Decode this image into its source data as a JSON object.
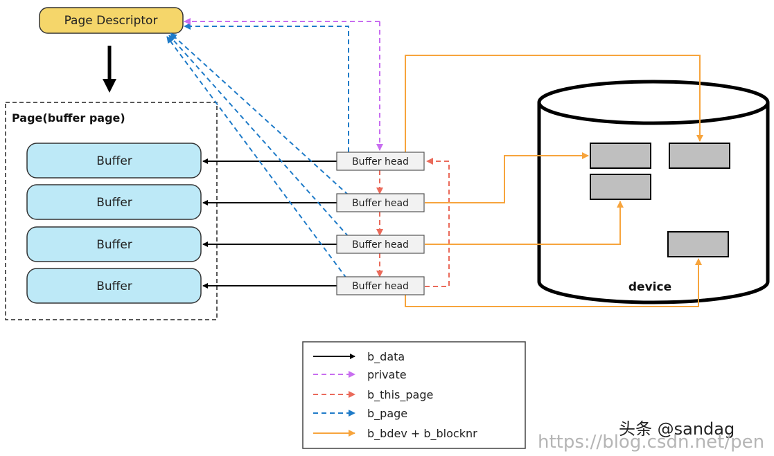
{
  "page_descriptor": {
    "label": "Page Descriptor"
  },
  "page_box": {
    "label": "Page(buffer page)"
  },
  "buffers": [
    {
      "label": "Buffer"
    },
    {
      "label": "Buffer"
    },
    {
      "label": "Buffer"
    },
    {
      "label": "Buffer"
    }
  ],
  "buffer_heads": [
    {
      "label": "Buffer head"
    },
    {
      "label": "Buffer head"
    },
    {
      "label": "Buffer head"
    },
    {
      "label": "Buffer head"
    }
  ],
  "device": {
    "label": "device"
  },
  "legend": {
    "items": [
      {
        "label": "b_data",
        "color": "#000000",
        "dashed": false
      },
      {
        "label": "private",
        "color": "#c86ef0",
        "dashed": true
      },
      {
        "label": "b_this_page",
        "color": "#ea6a5a",
        "dashed": true
      },
      {
        "label": "b_page",
        "color": "#1f7bc8",
        "dashed": true
      },
      {
        "label": "b_bdev + b_blocknr",
        "color": "#f7a43c",
        "dashed": false
      }
    ]
  },
  "watermark": {
    "author": "头条 @sandag",
    "url": "https://blog.csdn.net/pen"
  },
  "colors": {
    "page_descriptor_fill": "#f5d66a",
    "buffer_fill": "#bde9f7",
    "buffer_head_fill": "#f2f2f2",
    "device_block_fill": "#bfbfbf"
  }
}
